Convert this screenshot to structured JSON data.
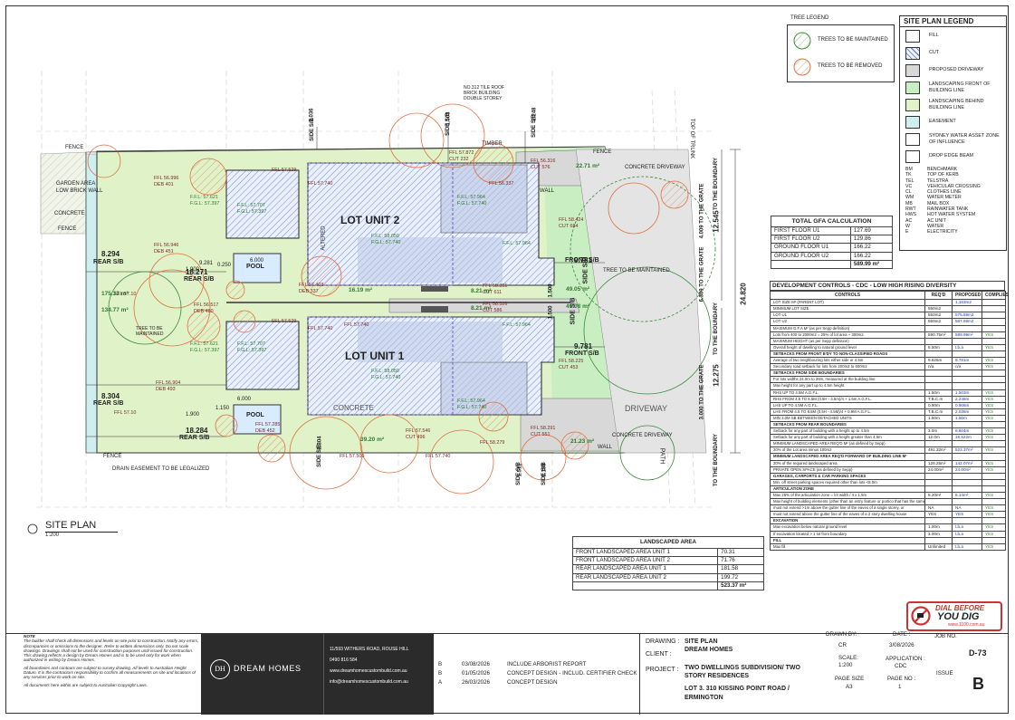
{
  "plan": {
    "title": "SITE PLAN",
    "scale": "1:200",
    "lot_labels": [
      "LOT UNIT 2",
      "LOT UNIT 1"
    ],
    "pool_label": "POOL",
    "text_labels": [
      {
        "t": "FENCE"
      },
      {
        "t": "GARDEN AREA"
      },
      {
        "t": "LOW BRICK WALL"
      },
      {
        "t": "CONCRETE"
      },
      {
        "t": "FENCE"
      },
      {
        "t": "NO.312 TILE ROOF BRICK BUILDING DOUBLE STOREY"
      },
      {
        "t": "TIMBER"
      },
      {
        "t": "CONCRETE DRIVEWAY"
      },
      {
        "t": "CONCRETE DRIVEWAY"
      },
      {
        "t": "DRIVEWAY"
      },
      {
        "t": "CONCRETE"
      },
      {
        "t": "TREE TO BE MAINTAINED"
      },
      {
        "t": "TREE TO BE MAINTAINED"
      },
      {
        "t": "FRONT S/B"
      },
      {
        "t": "FRONT S/B"
      },
      {
        "t": "REAR S/B"
      },
      {
        "t": "REAR S/B"
      },
      {
        "t": "REAR S/B"
      },
      {
        "t": "REAR S/B"
      },
      {
        "t": "PATH"
      },
      {
        "t": "DRAIN EASEMENT TO BE LEGALIZED"
      },
      {
        "t": "FENCE"
      },
      {
        "t": "FENCE"
      },
      {
        "t": "WALL"
      },
      {
        "t": "WALL"
      },
      {
        "t": "ALTERED"
      }
    ],
    "dims": [
      {
        "t": "8.294"
      },
      {
        "t": "18.271"
      },
      {
        "t": "8.304"
      },
      {
        "t": "18.284"
      },
      {
        "t": "9.781"
      },
      {
        "t": "9.781"
      },
      {
        "t": "1.500"
      },
      {
        "t": "1.500"
      },
      {
        "t": "6.000"
      },
      {
        "t": "6.000"
      },
      {
        "t": "1.503"
      },
      {
        "t": "2.248"
      },
      {
        "t": "2.036"
      },
      {
        "t": "2.304"
      },
      {
        "t": "1.511"
      },
      {
        "t": "2.158"
      },
      {
        "t": "24.820"
      },
      {
        "t": "12.545"
      },
      {
        "t": "12.275"
      },
      {
        "t": "1.900"
      },
      {
        "t": "1.900"
      },
      {
        "t": "0.250"
      },
      {
        "t": "1.150"
      },
      {
        "t": "9.281"
      }
    ],
    "rotated_labels": [
      {
        "t": "SIDE S/B"
      },
      {
        "t": "SIDE S/B"
      },
      {
        "t": "SIDE S/B"
      },
      {
        "t": "SIDE S/B"
      },
      {
        "t": "SIDE S/B"
      },
      {
        "t": "SIDE S/B"
      },
      {
        "t": "SIDE S/B"
      },
      {
        "t": "SIDE S/B"
      },
      {
        "t": "TOP OF TRUNK"
      },
      {
        "t": "TO THE BOUNDARY"
      },
      {
        "t": "TO THE BOUNDARY"
      },
      {
        "t": "TO THE BOUNDARY"
      },
      {
        "t": "4.009 TO THE GRATE"
      },
      {
        "t": "6.309 TO THE GRATE"
      },
      {
        "t": "3.000 TO THE GRATE"
      }
    ],
    "levels": [
      {
        "t": "FFL 56.996"
      },
      {
        "t": "DEB 401"
      },
      {
        "t": "FFL 57.529"
      },
      {
        "t": "FFL 57.740"
      },
      {
        "t": "FFL 57.872"
      },
      {
        "t": "CUT 232"
      },
      {
        "t": "FFL 56.316"
      },
      {
        "t": "CUT 576"
      },
      {
        "t": "F.F.L: 57.621"
      },
      {
        "t": "F.G.L: 57.397"
      },
      {
        "t": "F.F.L: 57.707"
      },
      {
        "t": "F.G.L: 57.397"
      },
      {
        "t": "F.F.L: 58.050"
      },
      {
        "t": "F.G.L: 57.740"
      },
      {
        "t": "F.F.L: 57.964"
      },
      {
        "t": "F.G.L: 57.740"
      },
      {
        "t": "FFL 58.424"
      },
      {
        "t": "CUT 684"
      },
      {
        "t": "FFL 56.946"
      },
      {
        "t": "DEB 451"
      },
      {
        "t": "FFL 57.403"
      },
      {
        "t": "DEB 337"
      },
      {
        "t": "FFL 58.351"
      },
      {
        "t": "CUT 611"
      },
      {
        "t": "FFL 56.517"
      },
      {
        "t": "DEB 480"
      },
      {
        "t": "FFL 58.326"
      },
      {
        "t": "CUT 586"
      },
      {
        "t": "F.F.L: 57.621"
      },
      {
        "t": "F.G.L: 57.397"
      },
      {
        "t": "F.F.L: 57.707"
      },
      {
        "t": "F.G.L: 57.397"
      },
      {
        "t": "F.F.L: 58.050"
      },
      {
        "t": "F.G.L: 57.740"
      },
      {
        "t": "FFL 58.225"
      },
      {
        "t": "CUT 453"
      },
      {
        "t": "FFL 56.904"
      },
      {
        "t": "DEB 493"
      },
      {
        "t": "FFL 57.285"
      },
      {
        "t": "DEB 452"
      },
      {
        "t": "F.F.L: 57.964"
      },
      {
        "t": "F.G.L: 57.740"
      },
      {
        "t": "FFL 58.291"
      },
      {
        "t": "CUT 551"
      },
      {
        "t": "FFL 57.546"
      },
      {
        "t": "CUT 496"
      },
      {
        "t": "FFL 57.740"
      },
      {
        "t": "FFL 57.500"
      },
      {
        "t": "FFL 57.10"
      },
      {
        "t": "FFL 57.10"
      },
      {
        "t": "FFL 57.740"
      },
      {
        "t": "FFL 58.279"
      },
      {
        "t": "FFL 57.529"
      },
      {
        "t": "FFL 57.740"
      },
      {
        "t": "FFL 56.337"
      },
      {
        "t": "F.F.L: 57.964"
      },
      {
        "t": "F.F.L: 57.964"
      }
    ],
    "areas": [
      {
        "t": "22.71 m²"
      },
      {
        "t": "175.32 m²"
      },
      {
        "t": "134.77 m²"
      },
      {
        "t": "16.19 m²"
      },
      {
        "t": "8.21 m²"
      },
      {
        "t": "49.05 m²"
      },
      {
        "t": "8.21 m²"
      },
      {
        "t": "49.08 m²"
      },
      {
        "t": "39.20 m²"
      },
      {
        "t": "21.23 m²"
      },
      {
        "t": "TREE TO BE MAINTAINED"
      }
    ]
  },
  "tree_legend": {
    "title": "TREE LEGEND",
    "items": [
      "TREES TO BE MAINTAINED",
      "TREES TO BE REMOVED"
    ]
  },
  "site_legend": {
    "title": "SITE PLAN LEGEND",
    "items": [
      {
        "label": "FILL",
        "color": "#ffffff",
        "hatch": false
      },
      {
        "label": "CUT",
        "color": "#ffffff",
        "hatch": true
      },
      {
        "label": "PROPOSED DRIVEWAY",
        "color": "#d8d8d8",
        "hatch": false
      },
      {
        "label": "LANDSCAPING FRONT OF BUILDING LINE",
        "color": "#c9eec2",
        "hatch": false
      },
      {
        "label": "LANDSCAPING BEHIND BUILDING LINE",
        "color": "#dff2c8",
        "hatch": false
      },
      {
        "label": "EASEMENT",
        "color": "#cfeef0",
        "hatch": false
      },
      {
        "label": "SYDNEY WATER ASSET ZONE OF INFLUENCE",
        "color": "#ffffff",
        "hatch": false
      },
      {
        "label": "DROP EDGE BEAM",
        "color": "#ffffff",
        "hatch": false
      }
    ],
    "abbrev": [
      [
        "BM",
        "BENCHMARK"
      ],
      [
        "TK",
        "TOP OF KERB"
      ],
      [
        "TEL",
        "TELSTRA"
      ],
      [
        "VC",
        "VEHICULAR CROSSING"
      ],
      [
        "CL",
        "CLOTHES LINE"
      ],
      [
        "WM",
        "WATER METER"
      ],
      [
        "MB",
        "MAIL BOX"
      ],
      [
        "RWT",
        "RAINWATER TANK"
      ],
      [
        "HWS",
        "HOT WATER SYSTEM"
      ],
      [
        "AC",
        "AC UNIT"
      ],
      [
        "W",
        "WATER"
      ],
      [
        "E",
        "ELECTRICITY"
      ]
    ]
  },
  "gfa": {
    "title": "TOTAL GFA CALCULATION",
    "rows": [
      [
        "FIRST FLOOR U1",
        "127.69"
      ],
      [
        "FIRST FLOOR U2",
        "129.86"
      ],
      [
        "GROUND FLOOR U1",
        "166.22"
      ],
      [
        "GROUND FLOOR U2",
        "166.22"
      ]
    ],
    "total": "589.99 m²"
  },
  "dev": {
    "title": "DEVELOPMENT CONTROLS - CDC - LOW HIGH RISING DIVERSITY",
    "headers": [
      "CONTROLS",
      "REQ'D",
      "PROPOSED",
      "COMPLIES"
    ],
    "rows": [
      [
        "LOT SIZE M² (PARENT LOT)",
        "",
        "1,163m2",
        ""
      ],
      [
        "MINIMUM LOT SIZE",
        "550m2",
        "",
        ""
      ],
      [
        "LOT U1",
        "550m2",
        "575.59m2",
        ""
      ],
      [
        "LOT U2",
        "550m2",
        "587.59m2",
        ""
      ],
      [
        "MAXIMUM G.F.A M² (as per Sepp definition)",
        "",
        "",
        ""
      ],
      [
        "Lots from 400 to 2000m2 = 25% of lot area + 300m2",
        "590.75m²",
        "589.99m²",
        "YES"
      ],
      [
        "MAXIMUM HEIGHT (as per Sepp definition)",
        "",
        "",
        ""
      ],
      [
        "Overall height of dwelling to natural ground level",
        "8.50m",
        "t.b.a",
        "YES"
      ],
      [
        "SETBACKS FROM FRONT B'DY TO NON-CLASSIFIED ROADS",
        "",
        "",
        ""
      ],
      [
        "Average of two neighbouring lots either side or 4.5m",
        "9.626m",
        "9.781m",
        "YES"
      ],
      [
        "Secondary road setback for lots from 200m2 to 600m2",
        "n/a",
        "n/a",
        "YES"
      ],
      [
        "SETBACKS FROM SIDE BOUNDARIES",
        "",
        "",
        ""
      ],
      [
        "For lots widths 24.0m to 39m, measured at the building line",
        "",
        "",
        ""
      ],
      [
        "Max height for any part up to 4.5m height",
        "",
        "",
        ""
      ],
      [
        "RHS UP TO 4.5M A.G.F.L.",
        "1.50m",
        "1.503m",
        "YES"
      ],
      [
        "RHS FROM 4.5 TO 8.5M (0.5H - 4.5m)/4 + 1.5m A.G.F.L.",
        "T.B.C.m",
        "2.248m",
        "YES"
      ],
      [
        "LHS UP TO 4.5M A.G.F.L.",
        "0.90m",
        "0.906m",
        "YES"
      ],
      [
        "LHS FROM 4.5 TO 8.5M (0.5H - 4.5M)/4 + 0.9M A.G.F.L.",
        "T.B.C.m",
        "2.036m",
        "YES"
      ],
      [
        "MIN 3.0M SB BETWEEN DETACHED UNITS",
        "1.50m",
        "1.50m",
        "YES"
      ],
      [
        "SETBACKS FROM REAR BOUNDARIES",
        "",
        "",
        ""
      ],
      [
        "Setback for any part of building with a height up to 4.5m",
        "3.0m",
        "8.604m",
        "YES"
      ],
      [
        "Setback for any part of building with a height greater than 4.5m",
        "12.0m",
        "18.622m",
        "YES"
      ],
      [
        "MINIMUM LANDSCAPED AREA REQ'D M² (as defined by Sepp)",
        "",
        "",
        ""
      ],
      [
        "20% of the Lot area minus 100m2",
        "491.32m²",
        "523.37m²",
        "YES"
      ],
      [
        "MINIMUM LANDSCAPED AREA REQ'D FORWARD OF BUILDING LINE M²",
        "",
        "",
        ""
      ],
      [
        "20% of the required landscaped area",
        "126.25m²",
        "142.07m²",
        "YES"
      ],
      [
        "PRIVATE OPEN SPACE (as defined by Sepp)",
        "24.00m²",
        "24.00m²",
        "YES"
      ],
      [
        "GARAGES, CARPORTS & CAR PARKING SPACES",
        "",
        "",
        ""
      ],
      [
        "Min. off street parking spaces required other than lots <8.0m",
        "",
        "",
        ""
      ],
      [
        "ARTICULATION ZONE",
        "",
        "",
        ""
      ],
      [
        "Max 25% of the articulation zone = l/4 width / 4 x 1.5m",
        "8.20m²",
        "8.14m²",
        "YES"
      ],
      [
        "Max height of building elements (other than an entry feature or portico that has the same pitch as the roof on the dwelling)",
        "",
        "",
        ""
      ],
      [
        "must not extend >1m above the gutter line of the eaves of a single storey, or",
        "NA",
        "NA",
        "YES"
      ],
      [
        "must not extend above the gutter line of the eaves of a 2 story dwelling house",
        "YES",
        "YES",
        "YES"
      ],
      [
        "EXCAVATION",
        "",
        "",
        ""
      ],
      [
        "Max excavation below natural ground level",
        "1.00m",
        "t.b.a",
        "YES"
      ],
      [
        "If excavation located > 1 lot from boundary",
        "3.00m",
        "t.b.a",
        "YES"
      ],
      [
        "FILL",
        "",
        "",
        ""
      ],
      [
        "Max fill",
        "Unlimited",
        "t.b.a",
        "YES"
      ]
    ]
  },
  "landscaped": {
    "title": "LANDSCAPED AREA",
    "rows": [
      [
        "FRONT LANDSCAPED AREA UNIT 1",
        "70.31"
      ],
      [
        "FRONT LANDSCAPED AREA UNIT 2",
        "71.76"
      ],
      [
        "REAR LANDSCAPED AREA UNIT 1",
        "181.58"
      ],
      [
        "REAR LANDSCAPED AREA UNIT 2",
        "199.72"
      ]
    ],
    "total": "523.37 m²"
  },
  "dial": {
    "line1": "DIAL BEFORE",
    "line2": "YOU DIG",
    "url": "www.1100.com.au"
  },
  "notes": {
    "p1_head": "NOTE",
    "p1": "The builder shall check all dimensions and levels on site prior to construction. Notify any errors, discrepancies or omissions to the designer. Refer to written dimensions only. Do not scale drawings. Drawings shall not be used for construction purposes until issued for construction. This drawing reflects a design by Dream Homes and is to be used only for work when authorized in writing by Dream Homes.",
    "p2": "All boundaries and contours are subject to survey drawing. All levels to Australian Height Datum. It is the contractors responsibility to confirm all measurements on site and locations of any services prior to work on site.",
    "p3": "All documents here within are subject to Australian Copyright Laws."
  },
  "company": {
    "name": "DREAM HOMES",
    "monogram": "DH",
    "address": "11/593 WITHERS ROAD, ROUSE HILL",
    "phone": "0490 816 584",
    "web": "www.dreamhomescustombuild.com.au",
    "email": "info@dreamhomescustombuild.com.au"
  },
  "revisions": [
    [
      "B",
      "03/08/2026",
      "INCLUDE ARBORIST REPORT"
    ],
    [
      "B",
      "01/05/2026",
      "CONCEPT DESIGN - INCLUD. CERTIFIER CHECK"
    ],
    [
      "A",
      "26/03/2026",
      "CONCEPT DESIGN"
    ]
  ],
  "titleblock": {
    "drawing_label": "DRAWING :",
    "drawing": "SITE PLAN",
    "client_label": "CLIENT :",
    "client": "DREAM HOMES",
    "project_label": "PROJECT :",
    "project": "TWO DWELLINGS SUBDIVISION/ TWO STORY RESIDENCES",
    "address": "LOT 3. 310 KISSING POINT ROAD / ERMINGTON",
    "drawn_by_label": "DRAWN BY:",
    "drawn_by": "CR",
    "date_label": "DATE :",
    "date": "3/08/2026",
    "job_label": "JOB NO.",
    "job": "D-73",
    "scale_label": "SCALE:",
    "scale": "1:200",
    "app_label": "APPLICATION :",
    "app": "CDC",
    "issue_label": "ISSUE",
    "issue": "B",
    "size_label": "PAGE SIZE",
    "size": "A3",
    "page_label": "PAGE NO :",
    "page": "1"
  }
}
